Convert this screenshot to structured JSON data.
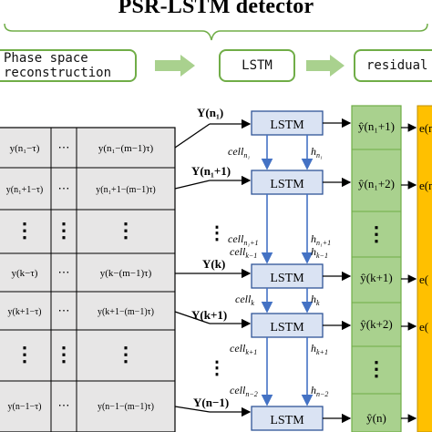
{
  "title": "PSR-LSTM detector",
  "stages": {
    "psr_line1": "Phase space",
    "psr_line2": "reconstruction",
    "lstm": "LSTM",
    "residual": "residual"
  },
  "matrix": {
    "rows": [
      [
        "y(n₁−τ)",
        "⋯",
        "y(n₁−(m−1)τ)"
      ],
      [
        "y(n₁+1−τ)",
        "⋯",
        "y(n₁+1−(m−1)τ)"
      ],
      [
        "⋮",
        "⋮",
        "⋮"
      ],
      [
        "y(k−τ)",
        "⋯",
        "y(k−(m−1)τ)"
      ],
      [
        "y(k+1−τ)",
        "⋯",
        "y(k+1−(m−1)τ)"
      ],
      [
        "⋮",
        "⋮",
        "⋮"
      ],
      [
        "y(n−1−τ)",
        "⋯",
        "y(n−1−(m−1)τ)"
      ]
    ]
  },
  "inputs": [
    "Y(n₁)",
    "Y(n₁+1)",
    "Y(k)",
    "Y(k+1)",
    "Y(n−1)"
  ],
  "lstm_label": "LSTM",
  "cells": [
    "cell",
    "cell",
    "cell",
    "cell",
    "cell",
    "cell"
  ],
  "cell_subs": [
    "n₁",
    "n₁+1",
    "k−1",
    "k",
    "k+1",
    "n−2"
  ],
  "hiddens": [
    "h",
    "h",
    "h",
    "h",
    "h",
    "h"
  ],
  "hidden_subs": [
    "n₁",
    "n₁+1",
    "k−1",
    "k",
    "k+1",
    "n−2"
  ],
  "vdots": "⋮",
  "predictions": [
    "ŷ(n₁+1)",
    "ŷ(n₁+2)",
    "⋮",
    "ŷ(k+1)",
    "ŷ(k+2)",
    "⋮",
    "ŷ(n)"
  ],
  "residuals": [
    "e(n",
    "e(n",
    "e(",
    "e("
  ],
  "colors": {
    "stage_border": "#70ad47",
    "arrow_green": "#a9d18e",
    "lstm_fill": "#dae3f3",
    "lstm_border": "#2f5597",
    "pred_fill": "#a9d18e",
    "resid_fill": "#ffc000",
    "matrix_fill": "#e7e6e6"
  }
}
